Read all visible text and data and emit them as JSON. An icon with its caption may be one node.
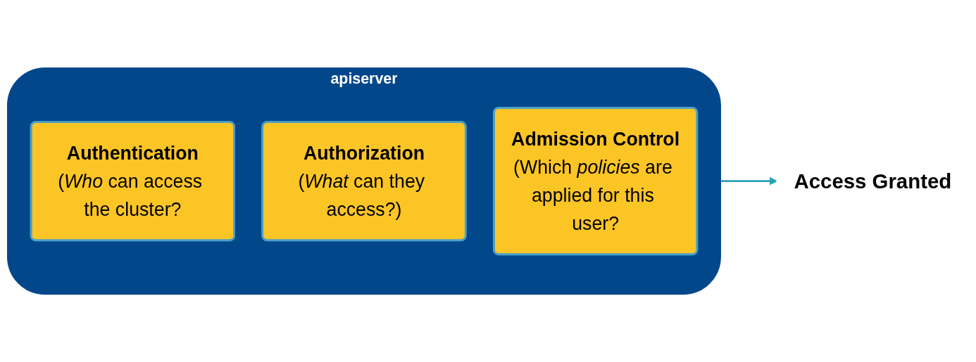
{
  "diagram": {
    "nodes": [
      {
        "text": [
          "apiserver"
        ]
      },
      {
        "text": [
          "Authentication",
          "(*Who* can access the cluster?"
        ],
        "in": 0
      },
      {
        "text": [
          "Authorization",
          "(*What* can they access?)"
        ],
        "in": 0
      },
      {
        "text": [
          "Admission Control",
          "(Which *policies* are applied for this user?"
        ],
        "in": 0
      },
      {
        "text": [
          "Access Granted"
        ]
      }
    ],
    "edges": [
      {
        "from": 0,
        "to": 4,
        "arrow": "to"
      }
    ]
  }
}
